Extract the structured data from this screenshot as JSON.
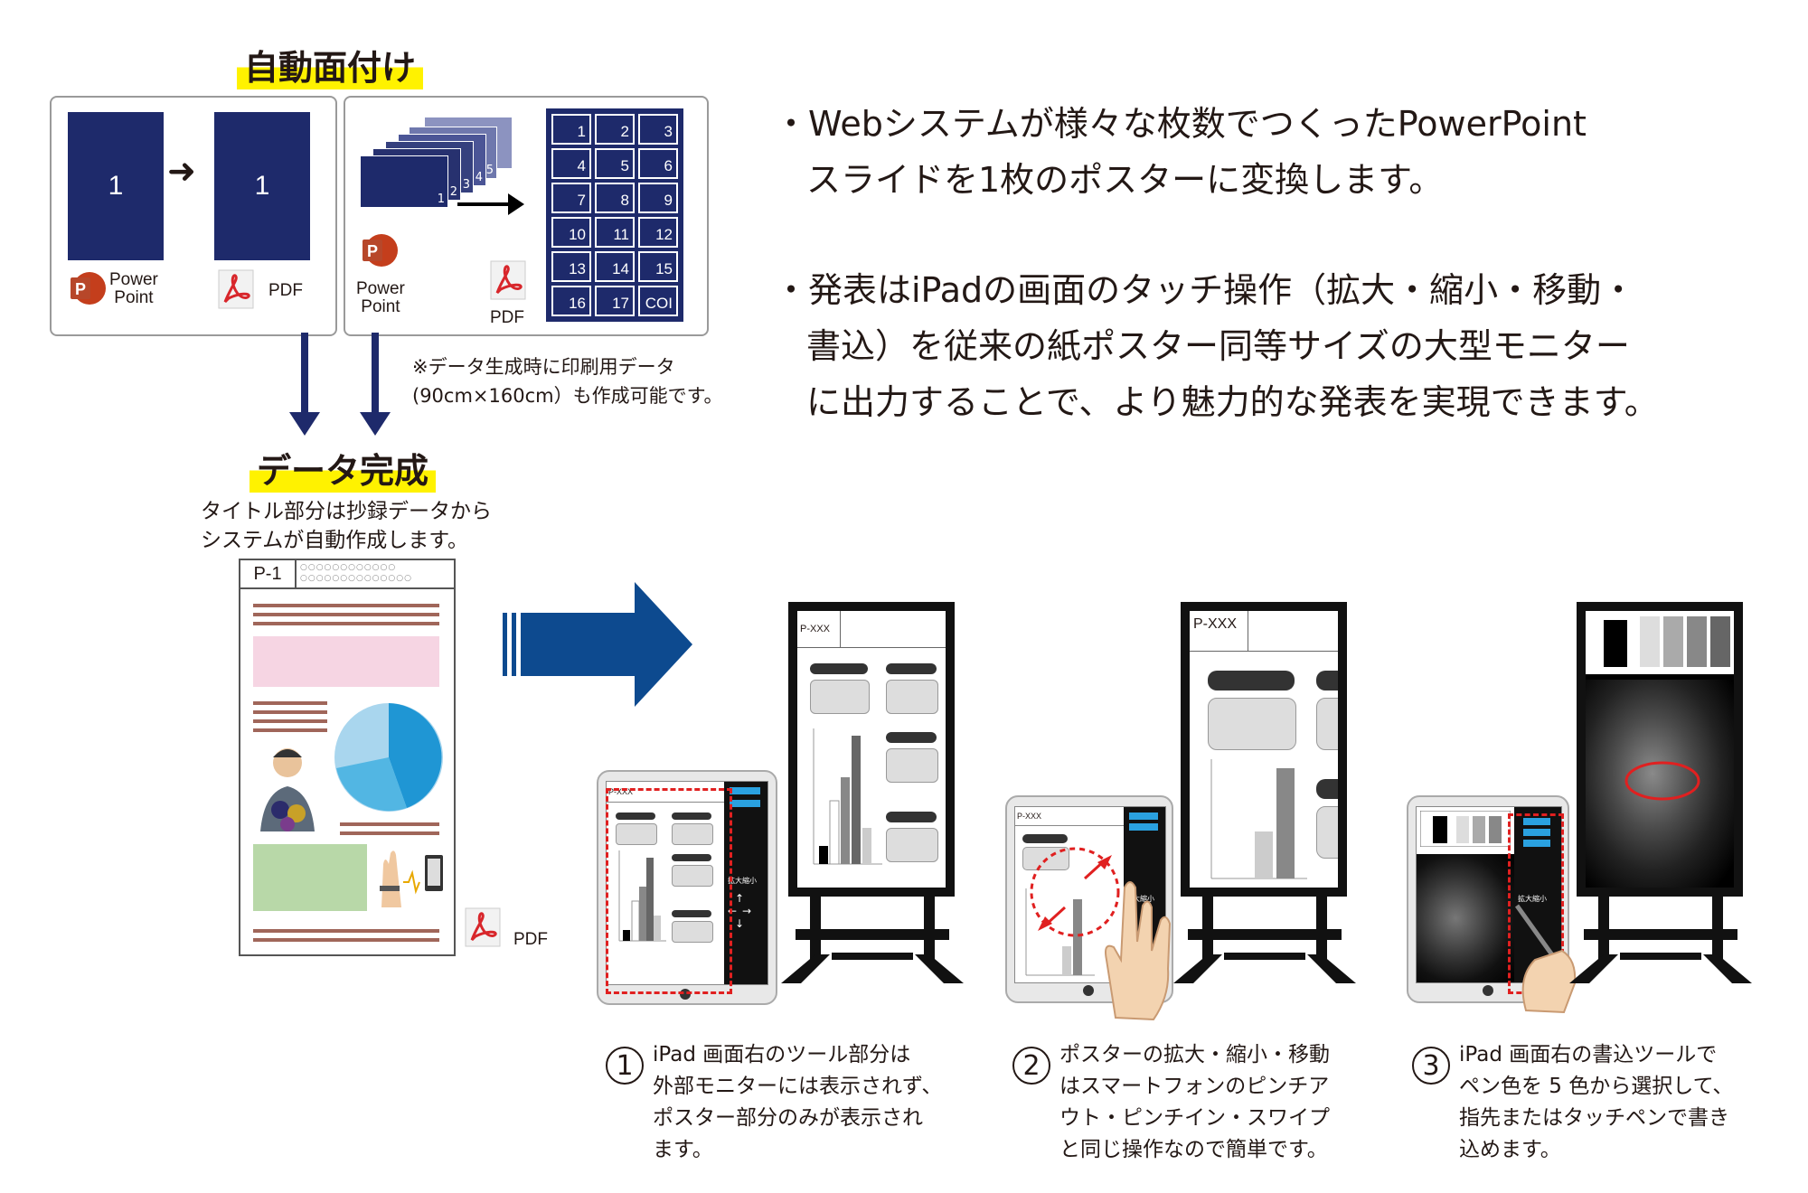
{
  "section1_title": "自動面付け",
  "section2_title": "データ完成",
  "left_panel": {
    "slide_number": "1",
    "pdf_page_number": "1",
    "powerpoint_label_line1": "Power",
    "powerpoint_label_line2": "Point",
    "pdf_label": "PDF"
  },
  "right_panel": {
    "stack_numbers": [
      "1",
      "2",
      "3",
      "4",
      "5"
    ],
    "grid_cells": [
      "1",
      "2",
      "3",
      "4",
      "5",
      "6",
      "7",
      "8",
      "9",
      "10",
      "11",
      "12",
      "13",
      "14",
      "15",
      "16",
      "17",
      "COI"
    ],
    "powerpoint_label_line1": "Power",
    "powerpoint_label_line2": "Point",
    "pdf_label": "PDF"
  },
  "print_note_line1": "※データ生成時に印刷用データ",
  "print_note_line2": "(90cm×160cm）も作成可能です。",
  "completion_note_line1": "タイトル部分は抄録データから",
  "completion_note_line2": "システムが自動作成します。",
  "poster": {
    "id": "P-1",
    "title_placeholder_line1": "○○○○○○○○○○○○",
    "title_placeholder_line2": "○○○○○○○○○○○○○○",
    "pdf_label": "PDF"
  },
  "bullets": {
    "b1_line1": "・Webシステムが様々な枚数でつくったPowerPoint",
    "b1_line2": "スライドを1枚のポスターに変換します。",
    "b2_line1": "・発表はiPadの画面のタッチ操作（拡大・縮小・移動・",
    "b2_line2": "書込）を従来の紙ポスター同等サイズの大型モニター",
    "b2_line3": "に出力することで、より魅力的な発表を実現できます。"
  },
  "monitor": {
    "poster_id": "P-XXX",
    "tool_label": "拡大縮小"
  },
  "steps": [
    {
      "number": "1",
      "lines": [
        "iPad 画面右のツール部分は",
        "外部モニターには表示されず、",
        "ポスター部分のみが表示され",
        "ます。"
      ]
    },
    {
      "number": "2",
      "lines": [
        "ポスターの拡大・縮小・移動",
        "はスマートフォンのピンチア",
        "ウト・ピンチイン・スワイプ",
        "と同じ操作なので簡単です。"
      ]
    },
    {
      "number": "3",
      "lines": [
        "iPad 画面右の書込ツールで",
        "ペン色を 5 色から選択して、",
        "指先またはタッチペンで書き",
        "込めます。"
      ]
    }
  ],
  "colors": {
    "navy": "#1e2a6b",
    "highlight": "#fff200",
    "arrow_blue": "#0d4a8f",
    "powerpoint_red": "#c43e1c",
    "pdf_red": "#d8262b",
    "dashed_red": "#e02020"
  }
}
